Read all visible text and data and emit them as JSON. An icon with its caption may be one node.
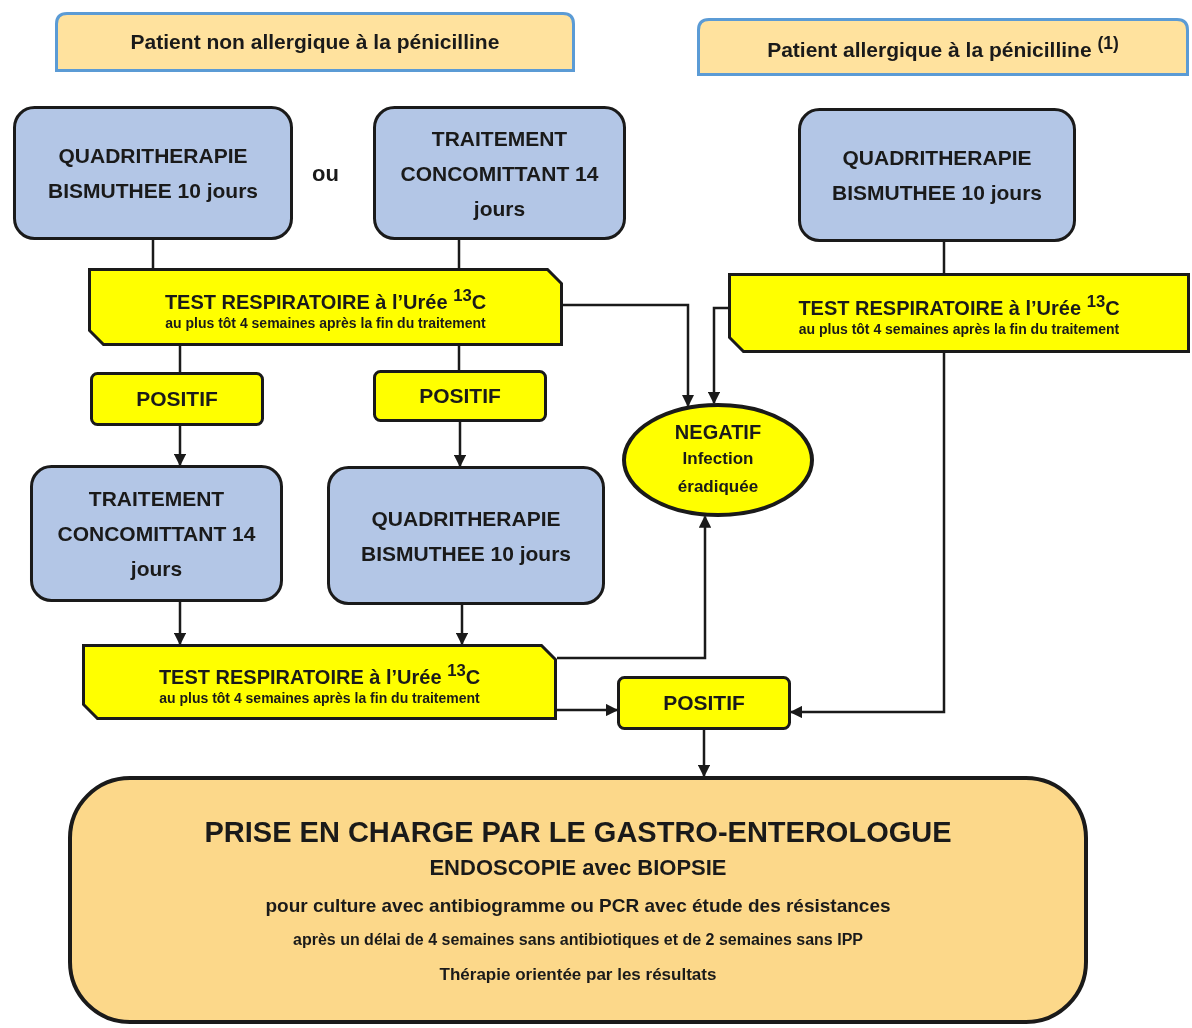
{
  "diagram": {
    "nodes": [
      {
        "text": [
          "Patient non allergique à la pénicilline"
        ]
      },
      {
        "text": [
          "Patient allergique à la pénicilline $^{(1)}$"
        ]
      },
      {
        "text": [
          "QUADRITHERAPIE BISMUTHEE 10 jours"
        ]
      },
      {
        "text": [
          "TRAITEMENT CONCOMITTANT 14 jours"
        ]
      },
      {
        "text": [
          "QUADRITHERAPIE BISMUTHEE 10 jours"
        ]
      },
      {
        "text": [
          "TEST RESPIRATOIRE à l’Urée $^{13}$C",
          "au plus tôt 4 semaines après la fin du traitement"
        ]
      },
      {
        "text": [
          "TEST RESPIRATOIRE à l’Urée $^{13}$C",
          "au plus tôt 4 semaines après la fin du traitement"
        ]
      },
      {
        "text": [
          "POSITIF"
        ]
      },
      {
        "text": [
          "POSITIF"
        ]
      },
      {
        "text": [
          "NEGATIF",
          "Infection éradiquée"
        ]
      },
      {
        "text": [
          "TRAITEMENT CONCOMITTANT 14 jours"
        ]
      },
      {
        "text": [
          "QUADRITHERAPIE BISMUTHEE 10 jours"
        ]
      },
      {
        "text": [
          "TEST RESPIRATOIRE à l’Urée $^{13}$C",
          "au plus tôt 4 semaines après la fin du traitement"
        ]
      },
      {
        "text": [
          "POSITIF"
        ]
      },
      {
        "text": [
          "PRISE EN CHARGE PAR LE GASTRO-ENTEROLOGUE",
          "ENDOSCOPIE avec BIOPSIE",
          "pour culture avec antibiogramme ou PCR avec étude des résistances",
          "après un délai de 4 semaines sans antibiotiques et de 2 semaines sans IPP",
          "Thérapie orientée par les résultats"
        ]
      }
    ],
    "edges": [
      {
        "from": 2,
        "to": 5,
        "arrow": "none"
      },
      {
        "from": 3,
        "to": 5,
        "arrow": "none"
      },
      {
        "from": 4,
        "to": 6,
        "arrow": "none"
      },
      {
        "from": 5,
        "to": 7,
        "arrow": "none"
      },
      {
        "from": 5,
        "to": 8,
        "arrow": "none"
      },
      {
        "from": 5,
        "to": 9,
        "arrow": "to"
      },
      {
        "from": 6,
        "to": 9,
        "arrow": "to"
      },
      {
        "from": 7,
        "to": 10,
        "arrow": "to"
      },
      {
        "from": 8,
        "to": 11,
        "arrow": "to"
      },
      {
        "from": 10,
        "to": 12,
        "arrow": "to"
      },
      {
        "from": 11,
        "to": 12,
        "arrow": "to"
      },
      {
        "from": 12,
        "to": 9,
        "arrow": "to"
      },
      {
        "from": 12,
        "to": 13,
        "arrow": "to"
      },
      {
        "from": 6,
        "to": 13,
        "arrow": "to"
      },
      {
        "from": 13,
        "to": 14,
        "arrow": "to"
      }
    ],
    "labels": [
      "ou"
    ]
  }
}
